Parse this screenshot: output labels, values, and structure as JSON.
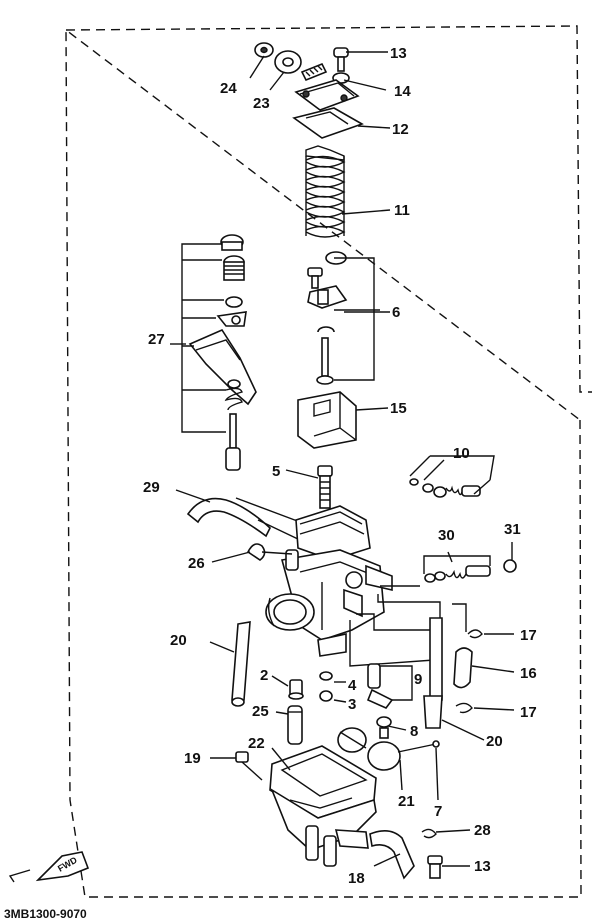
{
  "document_code": "3MB1300-9070",
  "fwd_marker": "FWD",
  "part_numbers": {
    "p2": "2",
    "p3": "3",
    "p4": "4",
    "p5": "5",
    "p6": "6",
    "p7": "7",
    "p8": "8",
    "p9": "9",
    "p10": "10",
    "p11": "11",
    "p12": "12",
    "p13a": "13",
    "p13b": "13",
    "p14": "14",
    "p15": "15",
    "p16": "16",
    "p17a": "17",
    "p17b": "17",
    "p18": "18",
    "p19": "19",
    "p20a": "20",
    "p20b": "20",
    "p21": "21",
    "p22": "22",
    "p23": "23",
    "p24": "24",
    "p25": "25",
    "p26": "26",
    "p27": "27",
    "p28": "28",
    "p29": "29",
    "p30": "30",
    "p31": "31"
  },
  "colors": {
    "ink": "#111111",
    "paper": "#ffffff"
  }
}
